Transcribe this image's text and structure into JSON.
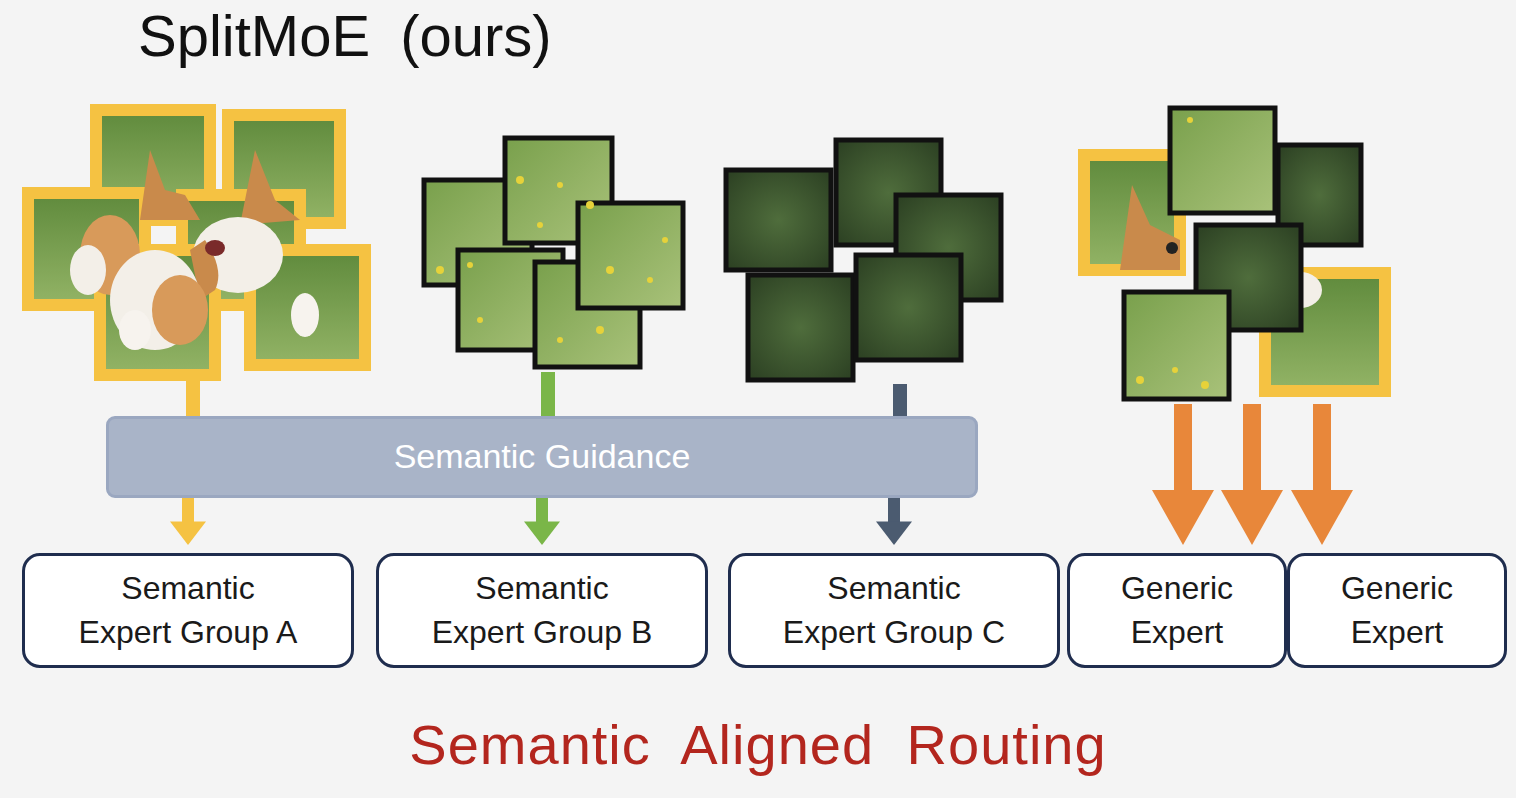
{
  "diagram": {
    "title": "SplitMoE (ours)",
    "caption": "Semantic Aligned Routing",
    "nodes": [
      {
        "text": [
          "Semantic Guidance"
        ]
      },
      {
        "text": [
          "Semantic Expert Group A"
        ]
      },
      {
        "text": [
          "Semantic Expert Group B"
        ]
      },
      {
        "text": [
          "Semantic Expert Group C"
        ]
      },
      {
        "text": [
          "Generic Expert"
        ]
      },
      {
        "text": [
          "Generic Expert"
        ]
      }
    ],
    "edges": [
      {
        "from": 0,
        "to": 1,
        "arrow": "to"
      },
      {
        "from": 0,
        "to": 2,
        "arrow": "to"
      },
      {
        "from": 0,
        "to": 3,
        "arrow": "to"
      }
    ]
  }
}
